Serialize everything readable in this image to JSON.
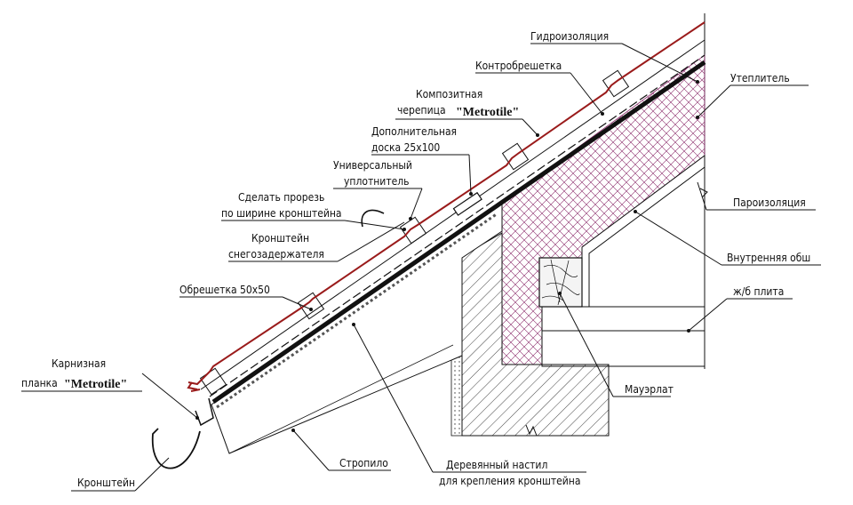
{
  "labels": {
    "gidroizolyatsiya": "Гидроизоляция",
    "kontrobreshetka": "Контробрешетка",
    "uteplitel": "Утеплитель",
    "kompozitnaya_1": "Композитная",
    "kompozitnaya_2": "черепица",
    "metrotile": "\"Metrotile\"",
    "dop_doska_1": "Дополнительная",
    "dop_doska_2": "доска 25х100",
    "uplotnitel_1": "Универсальный",
    "uplotnitel_2": "уплотнитель",
    "prorez_1": "Сделать прорезь",
    "prorez_2": "по ширине кронштейна",
    "paroizolyatsiya": "Пароизоляция",
    "kronshtein_sneg_1": "Кронштейн",
    "kronshtein_sneg_2": "снегозадержателя",
    "vnutrennyaya": "Внутренняя обш",
    "obreshetka": "Обрешетка 50х50",
    "zhb_plita": "ж/б плита",
    "karniznaya_1": "Карнизная",
    "karniznaya_2": "планка",
    "mauerlat": "Мауэрлат",
    "stropilo": "Стропило",
    "nastil_1": "Деревянный настил",
    "nastil_2": "для крепления кронштейна",
    "kronshtein": "Кронштейн"
  },
  "colors": {
    "roof_red": "#9a1b1b",
    "insulation_purple": "#8a2a6a",
    "ink": "#111111"
  }
}
